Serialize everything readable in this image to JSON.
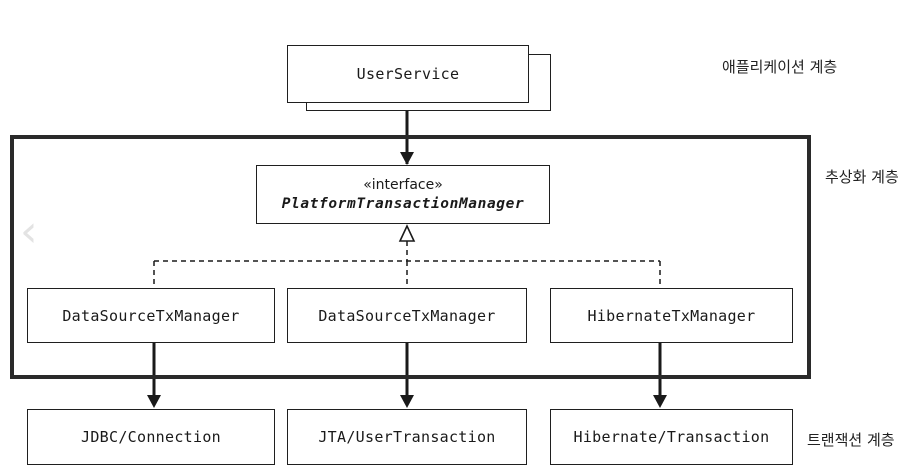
{
  "layers": {
    "application": "애플리케이션 계층",
    "abstraction": "추상화 계층",
    "transaction": "트랜잭션 계층"
  },
  "user_service": {
    "label": "UserService"
  },
  "interface_box": {
    "stereotype": "«interface»",
    "name": "PlatformTransactionManager"
  },
  "managers": [
    {
      "label": "DataSourceTxManager"
    },
    {
      "label": "DataSourceTxManager"
    },
    {
      "label": "HibernateTxManager"
    }
  ],
  "resources": [
    {
      "label": "JDBC/Connection"
    },
    {
      "label": "JTA/UserTransaction"
    },
    {
      "label": "Hibernate/Transaction"
    }
  ],
  "nav": {
    "left_icon": "chevron-left-icon"
  }
}
